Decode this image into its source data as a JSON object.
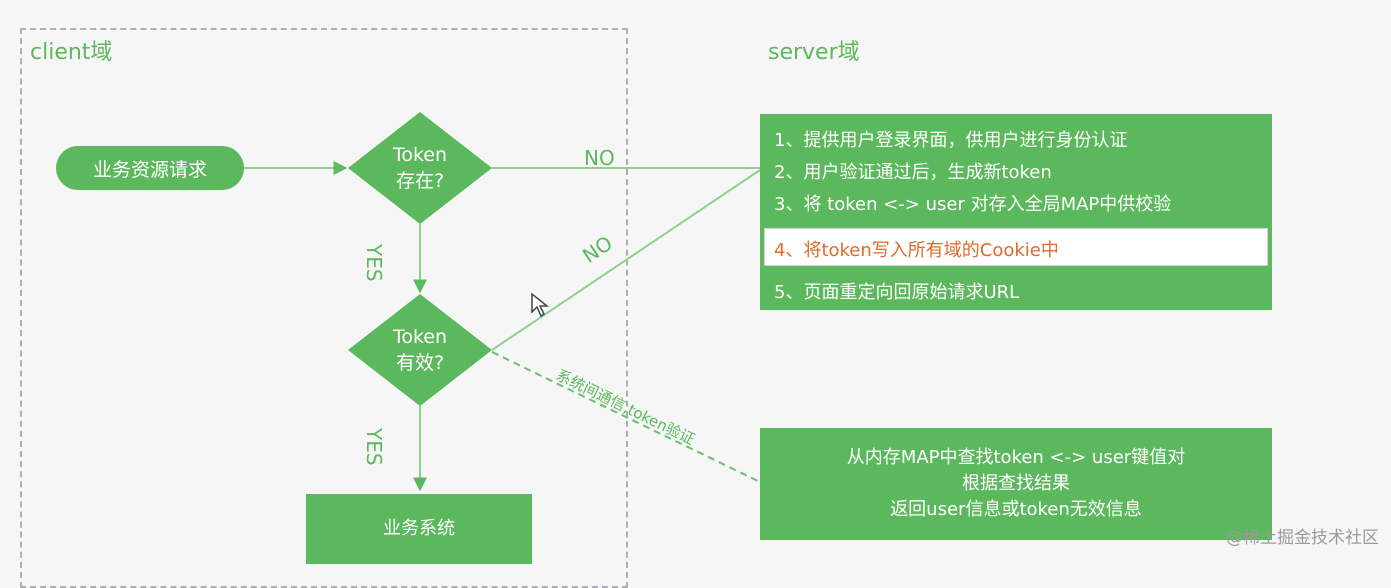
{
  "zones": {
    "client_label": "client域",
    "server_label": "server域"
  },
  "nodes": {
    "request": "业务资源请求",
    "token_exists": {
      "line1": "Token",
      "line2": "存在?"
    },
    "token_valid": {
      "line1": "Token",
      "line2": "有效?"
    },
    "business_system": "业务系统"
  },
  "edges": {
    "no_top": "NO",
    "no_diag": "NO",
    "yes_upper": "YES",
    "yes_lower": "YES",
    "dashed": "系统间通信,token验证"
  },
  "server_steps": [
    "1、提供用户登录界面，供用户进行身份认证",
    "2、用户验证通过后，生成新token",
    "3、将 token <-> user 对存入全局MAP中供校验",
    "4、将token写入所有域的Cookie中",
    "5、页面重定向回原始请求URL"
  ],
  "server_lookup": [
    "从内存MAP中查找token <-> user键值对",
    "根据查找结果",
    "返回user信息或token无效信息"
  ],
  "watermark": "@稀土掘金技术社区",
  "colors": {
    "green": "#5cb85c",
    "highlight_text": "#e06a2c",
    "dashed_border": "#a9b0b8"
  }
}
